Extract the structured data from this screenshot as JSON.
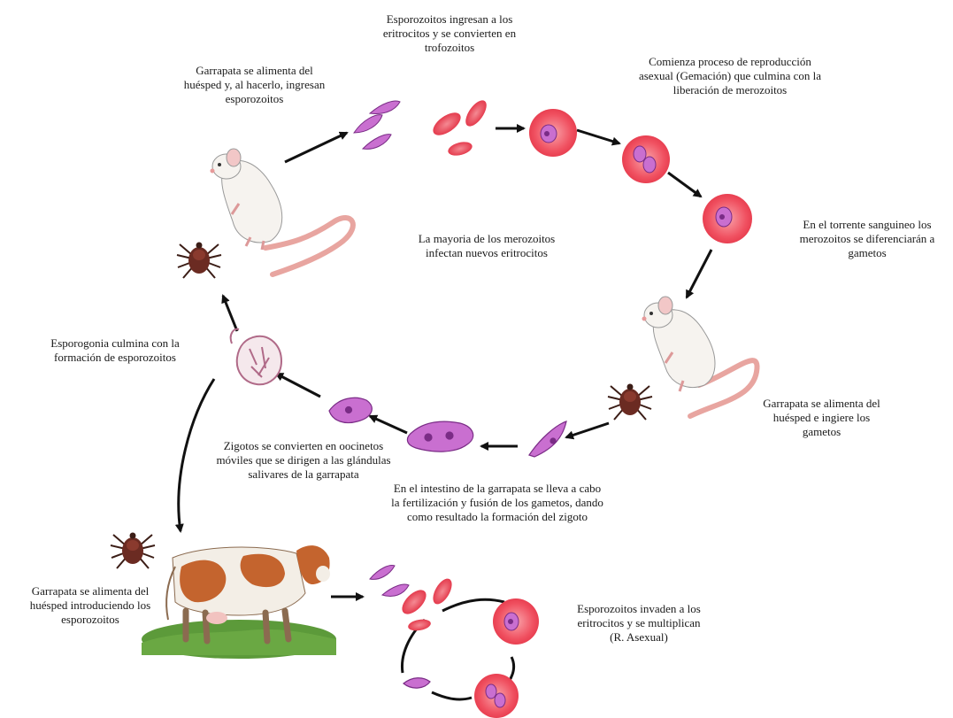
{
  "labels": {
    "tick_feeds_rat": "Garrapata se alimenta del\nhuésped y, al hacerlo, ingresan\nesporozoitos",
    "sporozoites_enter": "Esporozoitos ingresan a los\neritrocitos y se convierten en\ntrofozoitos",
    "asexual_begins": "Comienza proceso de reproducción\nasexual (Gemación) que culmina con la\nliberación de merozoitos",
    "bloodstream_gametes": "En el torrente sanguineo los\nmerozoitos se diferenciarán a\ngametos",
    "most_merozoites": "La mayoria de los merozoitos\ninfectan nuevos eritrocitos",
    "sporogony": "Esporogonia culmina con la\nformación de esporozoitos",
    "tick_ingests": "Garrapata se alimenta del\nhuésped e ingiere los\ngametos",
    "zygotes": "Zigotos se convierten en oocinetos\nmóviles que se dirigen a las glándulas\nsalivares de la garrapata",
    "intestine": "En el intestino de la garrapata se lleva a cabo\nla fertilización y fusión de los gametos, dando\ncomo resultado la formación del zigoto",
    "tick_feeds_cow": "Garrapata se alimenta del\nhuésped introduciendo los\nesporozoitos",
    "invade": "Esporozoitos invaden a los\neritrocitos y se multiplican\n(R. Asexual)"
  },
  "colors": {
    "erythrocyte": "#f04a5a",
    "erythrocyte_light": "#f9a3aa",
    "parasite": "#c96fd0",
    "parasite_dark": "#7a2c86",
    "arrow": "#111111",
    "tick": "#5a2a20",
    "rat": "#f5f2ee",
    "cow_white": "#f3eee6",
    "cow_brown": "#c4642e",
    "grass": "#5c9a3a"
  },
  "icons": [
    "rat-illustration",
    "tick-icon",
    "cow-illustration",
    "erythrocyte-icon",
    "sporozoite-icon",
    "merozoite-cell-icon",
    "zygote-icon",
    "oocyst-icon"
  ]
}
